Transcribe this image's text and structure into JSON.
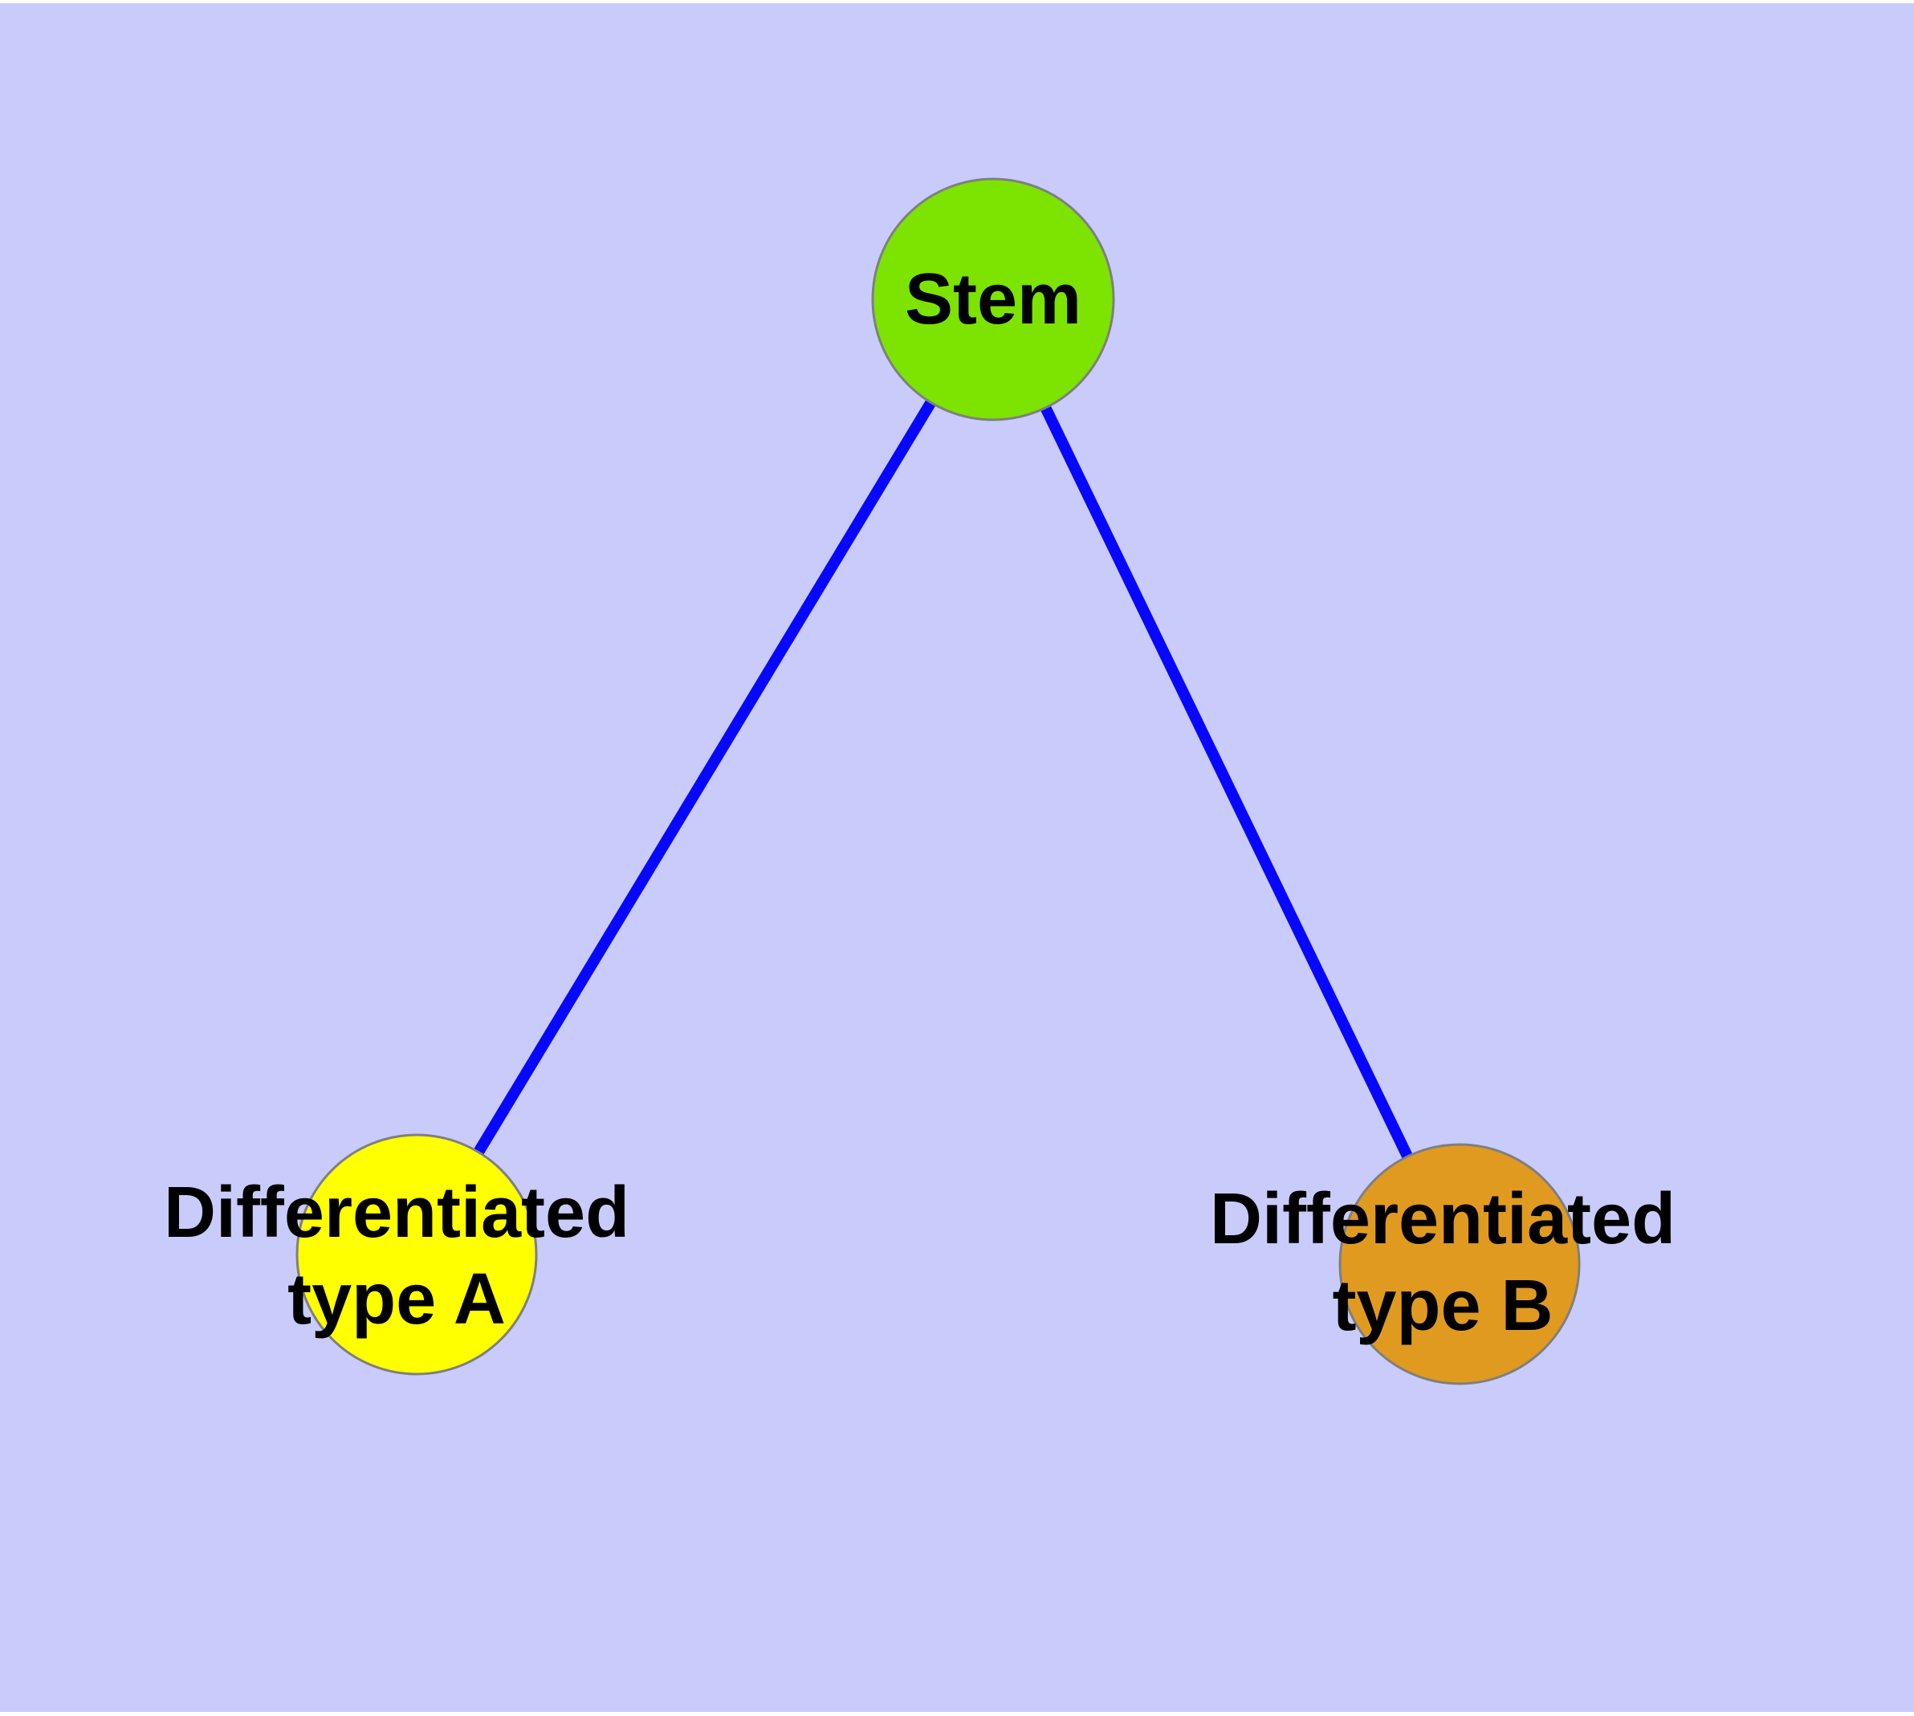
{
  "diagram": {
    "type": "node-link-graph",
    "background_color": "#C9CCFA",
    "page_margin_color": "#FFFFFF",
    "edge_color": "#0707FF",
    "node_border_color": "#7F7F7F",
    "label_color": "#000000",
    "nodes": [
      {
        "id": "stem",
        "label": "Stem",
        "fill": "#7CE400"
      },
      {
        "id": "type-a",
        "label": "Differentiated\ntype A",
        "fill": "#FFFF00"
      },
      {
        "id": "type-b",
        "label": "Differentiated\ntype B",
        "fill": "#E19A20"
      }
    ],
    "edges": [
      {
        "from": "Stem",
        "to": "Differentiated type A"
      },
      {
        "from": "Stem",
        "to": "Differentiated type B"
      }
    ]
  }
}
